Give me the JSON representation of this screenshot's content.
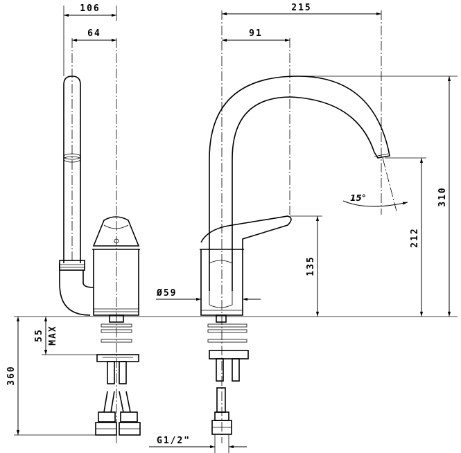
{
  "dimensions": {
    "d_106": "106",
    "d_64": "64",
    "d_215": "215",
    "d_91": "91",
    "d_310": "310",
    "d_212": "212",
    "d_135": "135",
    "d_59": "Ø59",
    "d_55": "55",
    "d_max": "MAX",
    "d_360": "360",
    "d_g12": "G1/2\"",
    "d_angle": "15°"
  }
}
